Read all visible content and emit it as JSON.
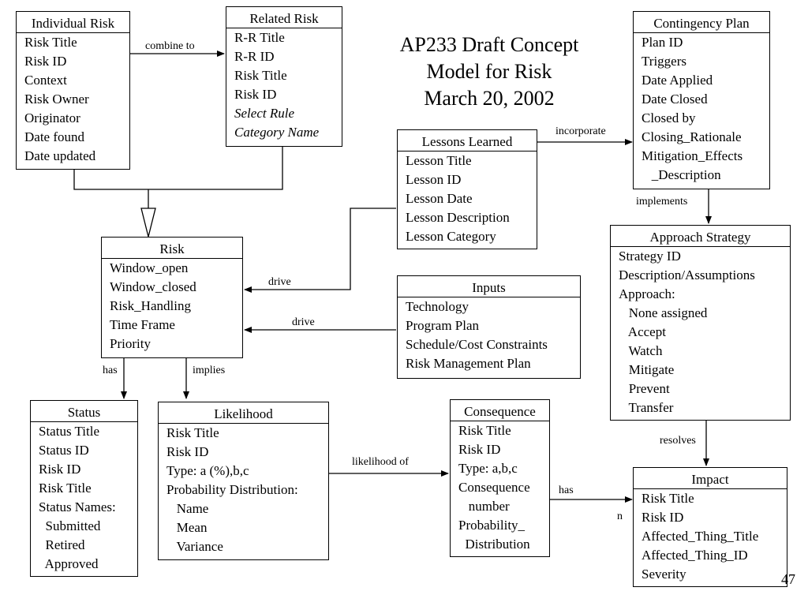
{
  "title_lines": [
    "AP233 Draft Concept",
    "Model for Risk",
    "March 20, 2002"
  ],
  "page_number": "47",
  "entities": {
    "individual_risk": {
      "name": "Individual Risk",
      "attributes": [
        {
          "text": "Risk Title"
        },
        {
          "text": "Risk ID"
        },
        {
          "text": "Context"
        },
        {
          "text": "Risk Owner"
        },
        {
          "text": "Originator"
        },
        {
          "text": "Date found"
        },
        {
          "text": "Date updated"
        }
      ]
    },
    "related_risk": {
      "name": "Related Risk",
      "attributes": [
        {
          "text": "R-R Title"
        },
        {
          "text": "R-R ID"
        },
        {
          "text": "Risk Title"
        },
        {
          "text": "Risk ID"
        },
        {
          "text": "Select Rule",
          "italic": true
        },
        {
          "text": "Category Name",
          "italic": true
        }
      ]
    },
    "contingency_plan": {
      "name": "Contingency Plan",
      "attributes": [
        {
          "text": "Plan ID"
        },
        {
          "text": "Triggers"
        },
        {
          "text": "Date Applied"
        },
        {
          "text": "Date Closed"
        },
        {
          "text": "Closed by"
        },
        {
          "text": "Closing_Rationale"
        },
        {
          "text": "Mitigation_Effects"
        },
        {
          "text": "   _Description"
        }
      ]
    },
    "lessons_learned": {
      "name": "Lessons Learned",
      "attributes": [
        {
          "text": "Lesson Title"
        },
        {
          "text": "Lesson ID"
        },
        {
          "text": "Lesson Date"
        },
        {
          "text": "Lesson Description"
        },
        {
          "text": "Lesson Category"
        }
      ]
    },
    "risk": {
      "name": "Risk",
      "attributes": [
        {
          "text": "Window_open"
        },
        {
          "text": "Window_closed"
        },
        {
          "text": "Risk_Handling"
        },
        {
          "text": "Time Frame"
        },
        {
          "text": "Priority"
        }
      ]
    },
    "inputs": {
      "name": "Inputs",
      "attributes": [
        {
          "text": "Technology"
        },
        {
          "text": "Program Plan"
        },
        {
          "text": "Schedule/Cost Constraints"
        },
        {
          "text": "Risk Management Plan"
        }
      ]
    },
    "approach_strategy": {
      "name": "Approach Strategy",
      "attributes": [
        {
          "text": "Strategy ID"
        },
        {
          "text": "Description/Assumptions"
        },
        {
          "text": "Approach:"
        },
        {
          "text": "   None assigned"
        },
        {
          "text": "   Accept"
        },
        {
          "text": "   Watch"
        },
        {
          "text": "   Mitigate"
        },
        {
          "text": "   Prevent"
        },
        {
          "text": "   Transfer"
        }
      ]
    },
    "status": {
      "name": "Status",
      "attributes": [
        {
          "text": "Status Title"
        },
        {
          "text": "Status ID"
        },
        {
          "text": "Risk ID"
        },
        {
          "text": "Risk Title"
        },
        {
          "text": "Status Names:"
        },
        {
          "text": "  Submitted"
        },
        {
          "text": "  Retired"
        },
        {
          "text": "  Approved"
        }
      ]
    },
    "likelihood": {
      "name": "Likelihood",
      "attributes": [
        {
          "text": "Risk Title"
        },
        {
          "text": "Risk ID"
        },
        {
          "text": "Type: a (%),b,c"
        },
        {
          "text": "Probability Distribution:"
        },
        {
          "text": "   Name"
        },
        {
          "text": "   Mean"
        },
        {
          "text": "   Variance"
        }
      ]
    },
    "consequence": {
      "name": "Consequence",
      "attributes": [
        {
          "text": "Risk Title"
        },
        {
          "text": "Risk ID"
        },
        {
          "text": "Type: a,b,c"
        },
        {
          "text": "Consequence"
        },
        {
          "text": "   number"
        },
        {
          "text": "Probability_"
        },
        {
          "text": "  Distribution"
        }
      ]
    },
    "impact": {
      "name": "Impact",
      "attributes": [
        {
          "text": "Risk Title"
        },
        {
          "text": "Risk ID"
        },
        {
          "text": "Affected_Thing_Title"
        },
        {
          "text": "Affected_Thing_ID"
        },
        {
          "text": "Severity"
        }
      ]
    }
  },
  "relations": {
    "combine_to": "combine to",
    "incorporate": "incorporate",
    "implements": "implements",
    "drive_lessons": "drive",
    "drive_inputs": "drive",
    "has_status": "has",
    "implies": "implies",
    "likelihood_of": "likelihood of",
    "has_impact": "has",
    "impact_multiplicity": "n",
    "resolves": "resolves"
  }
}
